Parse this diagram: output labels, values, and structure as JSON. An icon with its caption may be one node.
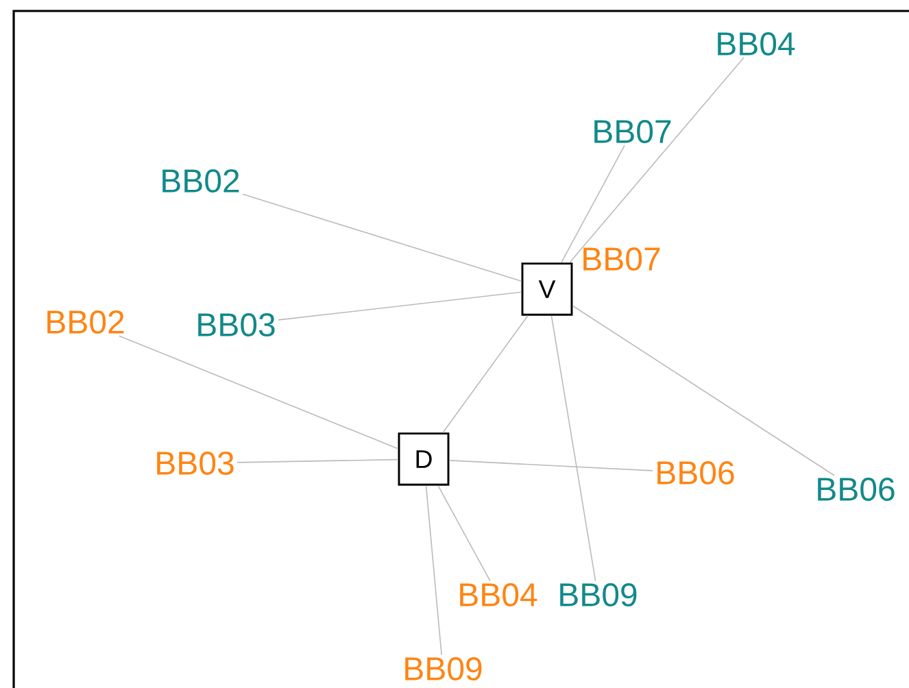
{
  "diagram": {
    "nodes": [
      {
        "text": [
          "BB04"
        ]
      },
      {
        "text": [
          "BB07"
        ]
      },
      {
        "text": [
          "BB02"
        ]
      },
      {
        "text": [
          "BB07"
        ]
      },
      {
        "text": [
          "V"
        ]
      },
      {
        "text": [
          "BB02"
        ]
      },
      {
        "text": [
          "BB03"
        ]
      },
      {
        "text": [
          "D"
        ]
      },
      {
        "text": [
          "BB03"
        ]
      },
      {
        "text": [
          "BB06"
        ]
      },
      {
        "text": [
          "BB06"
        ]
      },
      {
        "text": [
          "BB04"
        ]
      },
      {
        "text": [
          "BB09"
        ]
      },
      {
        "text": [
          "BB09"
        ]
      }
    ],
    "edges": [
      {
        "from": 4,
        "to": 0,
        "arrow": "none"
      },
      {
        "from": 4,
        "to": 1,
        "arrow": "none"
      },
      {
        "from": 4,
        "to": 2,
        "arrow": "none"
      },
      {
        "from": 4,
        "to": 6,
        "arrow": "none"
      },
      {
        "from": 4,
        "to": 10,
        "arrow": "none"
      },
      {
        "from": 4,
        "to": 12,
        "arrow": "none"
      },
      {
        "from": 4,
        "to": 7,
        "arrow": "none"
      },
      {
        "from": 7,
        "to": 5,
        "arrow": "none"
      },
      {
        "from": 7,
        "to": 8,
        "arrow": "none"
      },
      {
        "from": 7,
        "to": 9,
        "arrow": "none"
      },
      {
        "from": 7,
        "to": 11,
        "arrow": "none"
      },
      {
        "from": 7,
        "to": 13,
        "arrow": "none"
      }
    ]
  }
}
